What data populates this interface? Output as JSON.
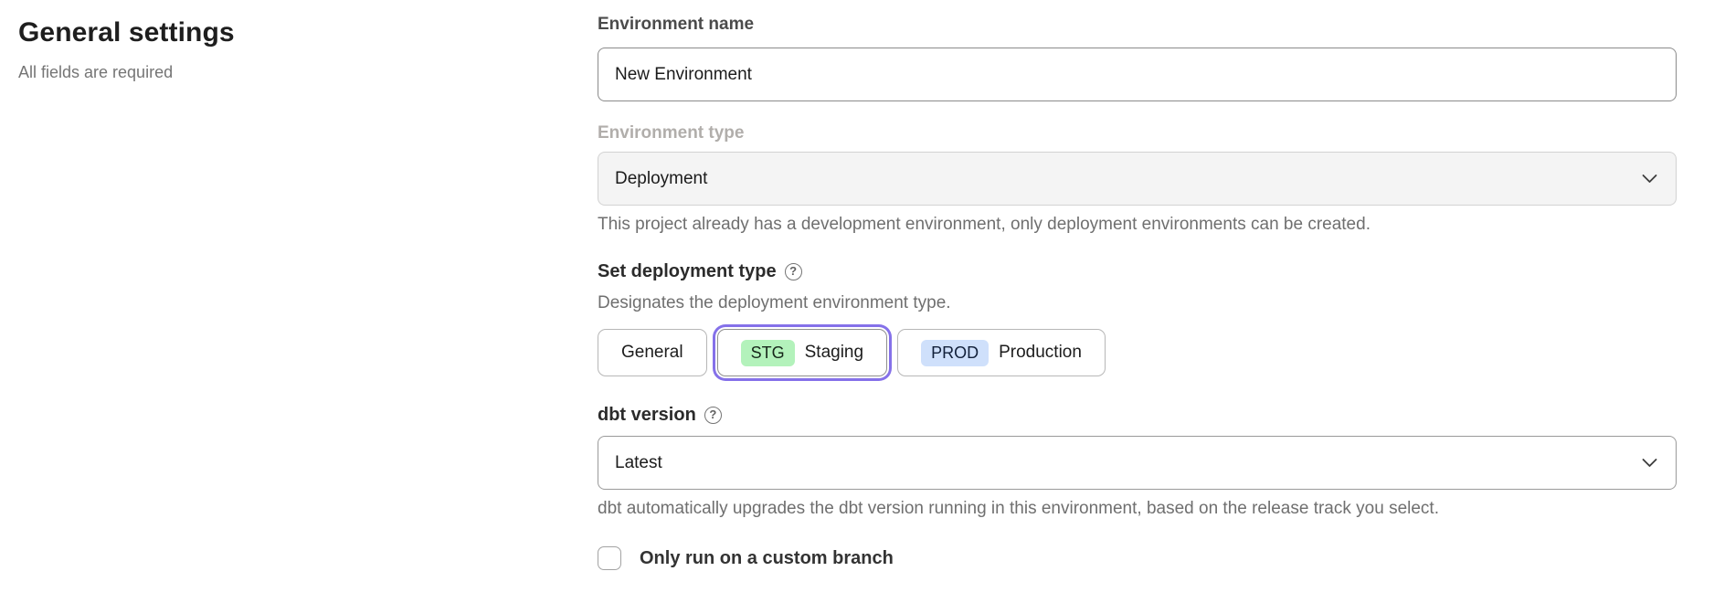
{
  "header": {
    "title": "General settings",
    "subtitle": "All fields are required"
  },
  "form": {
    "environment_name": {
      "label": "Environment name",
      "value": "New Environment"
    },
    "environment_type": {
      "label": "Environment type",
      "value": "Deployment",
      "disabled": true,
      "helper": "This project already has a development environment, only deployment environments can be created."
    },
    "deployment_type": {
      "label": "Set deployment type",
      "description": "Designates the deployment environment type.",
      "options": [
        {
          "label": "General",
          "badge": "",
          "selected": false
        },
        {
          "label": "Staging",
          "badge": "STG",
          "selected": true
        },
        {
          "label": "Production",
          "badge": "PROD",
          "selected": false
        }
      ]
    },
    "dbt_version": {
      "label": "dbt version",
      "value": "Latest",
      "helper": "dbt automatically upgrades the dbt version running in this environment, based on the release track you select."
    },
    "custom_branch": {
      "label": "Only run on a custom branch",
      "checked": false
    }
  },
  "icons": {
    "help": "?"
  },
  "colors": {
    "accent_ring": "#8571e9",
    "badge_staging_bg": "#b3f2bb",
    "badge_production_bg": "#cfe0fb",
    "disabled_field_bg": "#f4f4f4"
  }
}
